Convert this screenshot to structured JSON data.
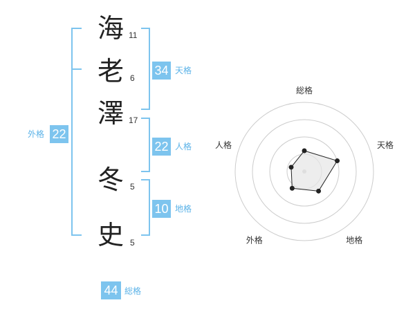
{
  "name_chars": [
    {
      "char": "海",
      "strokes": "11"
    },
    {
      "char": "老",
      "strokes": "6"
    },
    {
      "char": "澤",
      "strokes": "17"
    },
    {
      "char": "冬",
      "strokes": "5"
    },
    {
      "char": "史",
      "strokes": "5"
    }
  ],
  "kaku": {
    "tenkaku": {
      "value": "34",
      "label": "天格"
    },
    "jinkaku": {
      "value": "22",
      "label": "人格"
    },
    "chikaku": {
      "value": "10",
      "label": "地格"
    },
    "gaikaku": {
      "value": "22",
      "label": "外格"
    },
    "soukaku": {
      "value": "44",
      "label": "総格"
    }
  },
  "radar": {
    "axes": [
      "総格",
      "天格",
      "地格",
      "外格",
      "人格"
    ],
    "levels": 4,
    "values": [
      0.3,
      0.5,
      0.35,
      0.3,
      0.2
    ],
    "line_color": "#222222",
    "fill_color": "#e6e6e6",
    "ring_color": "#cccccc"
  },
  "colors": {
    "accent": "#7dc4ee",
    "accent_text": "#5cb3e8"
  }
}
